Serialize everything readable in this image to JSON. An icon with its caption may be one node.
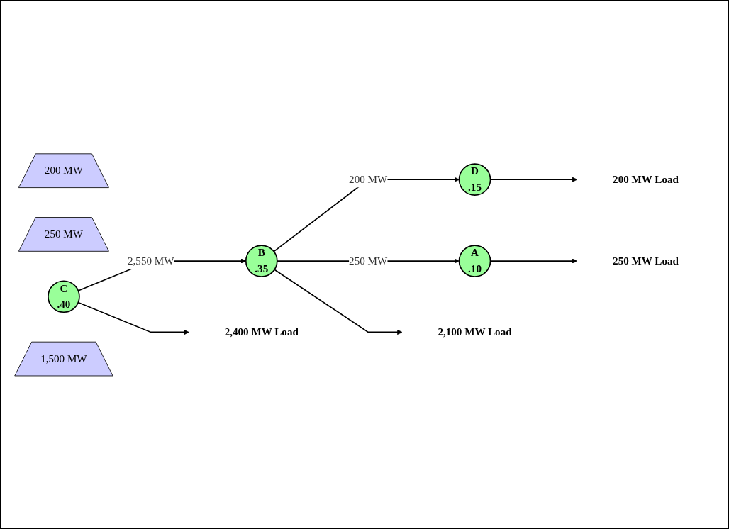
{
  "diagram": {
    "nodes": [
      {
        "text": [
          "200 MW Load"
        ]
      },
      {
        "text": [
          "250 MW Load"
        ]
      },
      {
        "text": [
          "D",
          ".15"
        ]
      },
      {
        "text": [
          "A",
          ".10"
        ]
      },
      {
        "text": [
          "200 MW"
        ]
      },
      {
        "text": [
          "250 MW"
        ]
      },
      {
        "text": [
          "B",
          ".35"
        ]
      },
      {
        "text": [
          "2,400 MW Load"
        ]
      },
      {
        "text": [
          "2,100 MW Load"
        ]
      },
      {
        "text": [
          "C",
          ".40"
        ]
      },
      {
        "text": [
          "1,500 MW"
        ]
      }
    ],
    "edges": [
      {
        "from": 2,
        "to": 0,
        "arrow": "to"
      },
      {
        "from": 3,
        "to": 1,
        "arrow": "to"
      },
      {
        "from": 6,
        "to": 2,
        "arrow": "to",
        "label": "200 MW"
      },
      {
        "from": 6,
        "to": 3,
        "arrow": "to",
        "label": "250 MW"
      },
      {
        "from": 9,
        "to": 6,
        "arrow": "to",
        "label": "2,550 MW"
      },
      {
        "from": 6,
        "to": 8,
        "arrow": "to"
      },
      {
        "from": 9,
        "to": 7,
        "arrow": "to"
      }
    ]
  }
}
